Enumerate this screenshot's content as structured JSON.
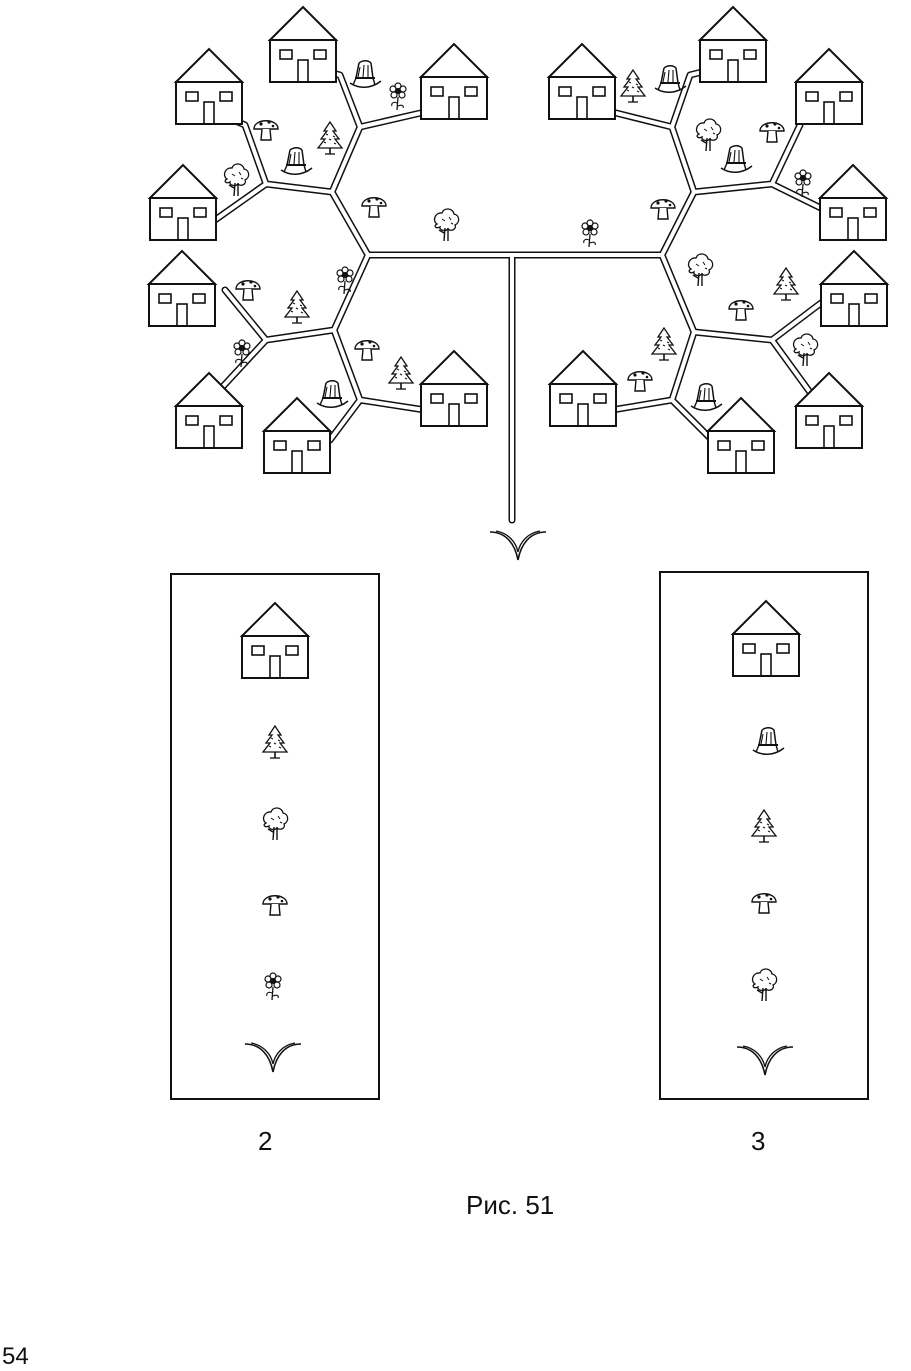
{
  "figure": {
    "caption": "Рис. 51",
    "panels": [
      {
        "number": "2",
        "sequence": [
          "house-icon",
          "fir-tree-icon",
          "leafy-tree-icon",
          "mushroom-icon",
          "flower-icon",
          "fork-end-icon"
        ]
      },
      {
        "number": "3",
        "sequence": [
          "house-icon",
          "rocking-chair-icon",
          "fir-tree-icon",
          "mushroom-icon",
          "leafy-tree-icon",
          "fork-end-icon"
        ]
      }
    ]
  },
  "page": {
    "number": "54"
  },
  "colors": {
    "ink": "#111111",
    "paper": "#ffffff"
  }
}
